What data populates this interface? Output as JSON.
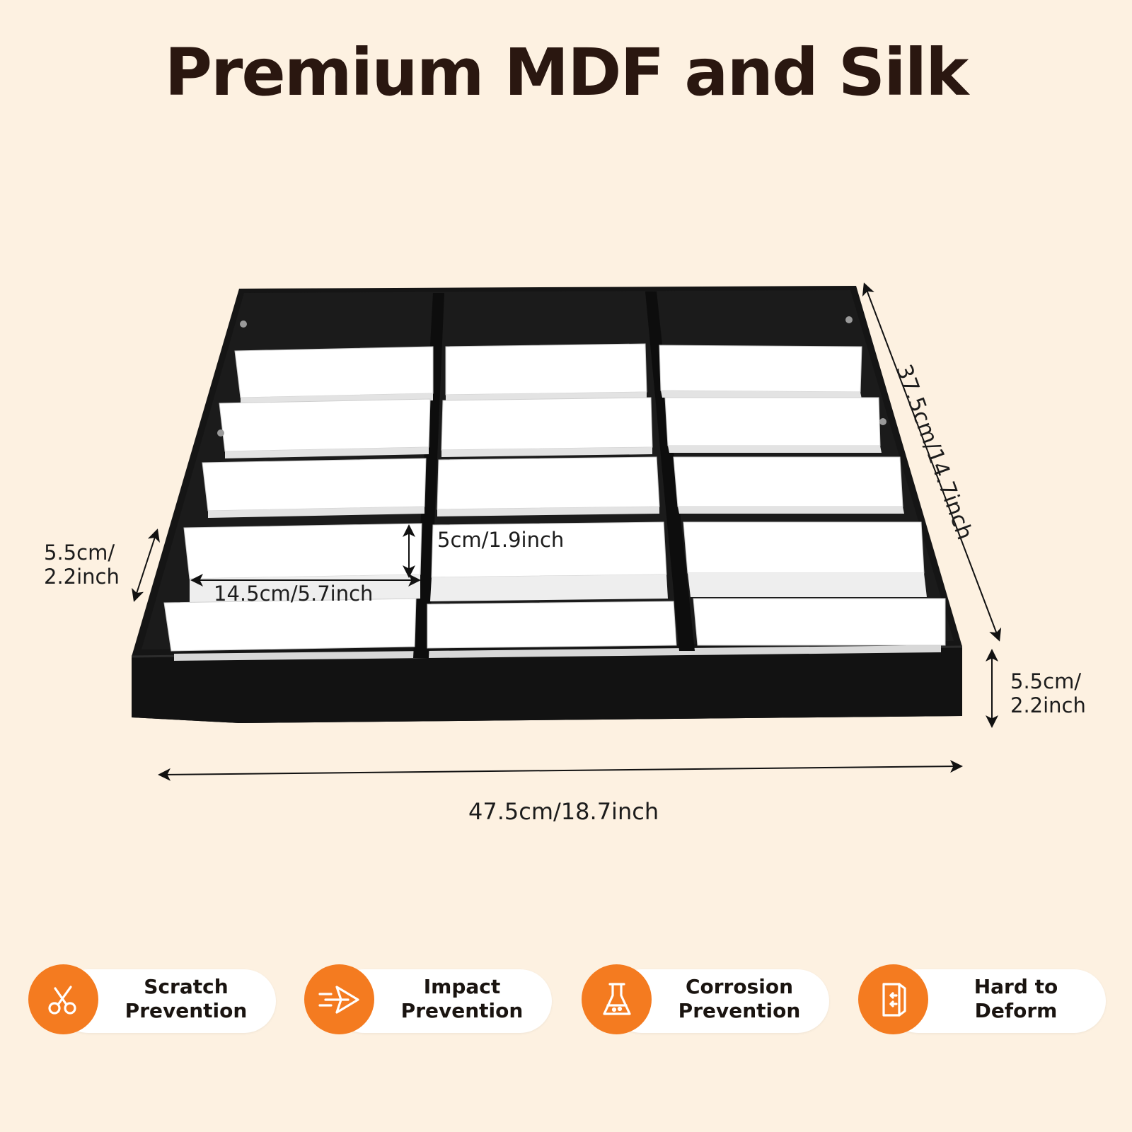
{
  "title": "Premium MDF and Silk",
  "dimensions": {
    "depth": "37.5cm/14.7inch",
    "width": "47.5cm/18.7inch",
    "left_height_line1": "5.5cm/",
    "left_height_line2": "2.2inch",
    "right_height_line1": "5.5cm/",
    "right_height_line2": "2.2inch",
    "slot_height": "5cm/1.9inch",
    "slot_width": "14.5cm/5.7inch"
  },
  "features": [
    {
      "line1": "Scratch",
      "line2": "Prevention",
      "icon": "scissors-icon"
    },
    {
      "line1": "Impact",
      "line2": "Prevention",
      "icon": "impact-arrow-icon"
    },
    {
      "line1": "Corrosion",
      "line2": "Prevention",
      "icon": "flask-icon"
    },
    {
      "line1": "Hard to",
      "line2": "Deform",
      "icon": "compress-panel-icon"
    }
  ],
  "colors": {
    "background": "#fdf1e1",
    "accent": "#f47b20",
    "tray": "#141414",
    "slot": "#ffffff"
  }
}
